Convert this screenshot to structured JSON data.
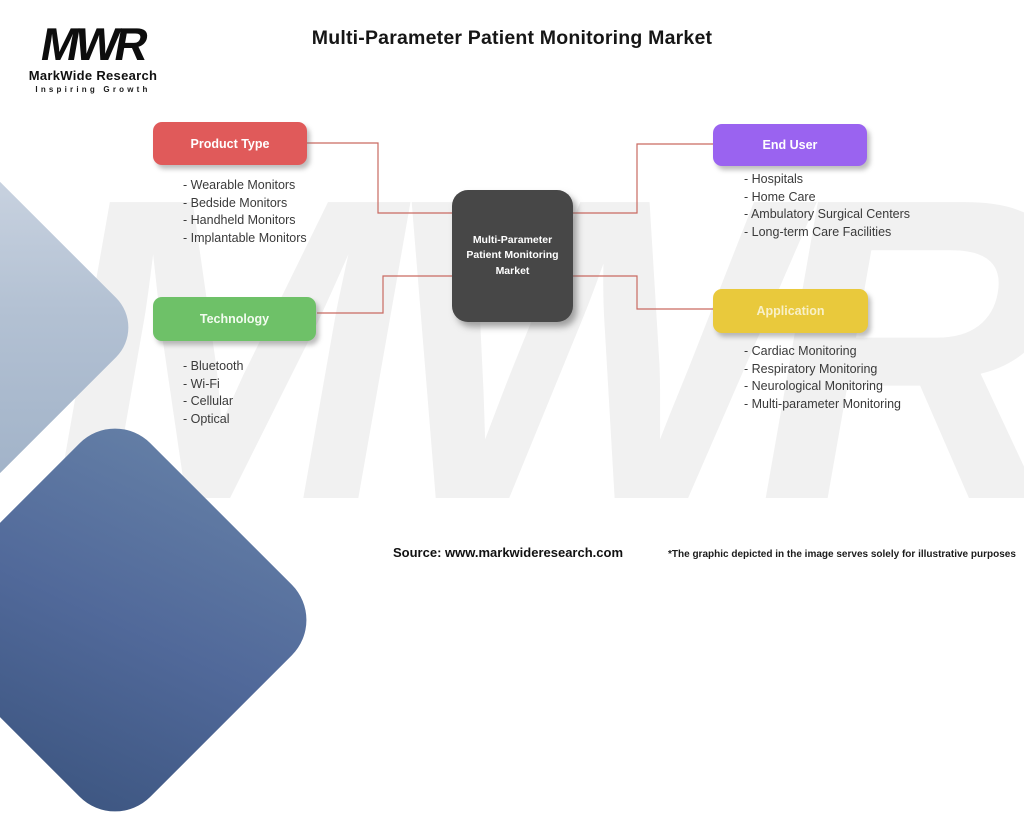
{
  "header": {
    "title": "Multi-Parameter Patient Monitoring Market"
  },
  "logo": {
    "mark": "MWR",
    "name": "MarkWide Research",
    "tagline": "Inspiring Growth"
  },
  "center_node": {
    "label": "Multi-Parameter Patient Monitoring Market"
  },
  "nodes": [
    {
      "id": "product-type",
      "label": "Product Type",
      "color": "#e05a5a",
      "items": [
        "- Wearable Monitors",
        "- Bedside Monitors",
        "- Handheld Monitors",
        "- Implantable Monitors"
      ]
    },
    {
      "id": "end-user",
      "label": "End User",
      "color": "#9a63f0",
      "items": [
        "- Hospitals",
        "- Home Care",
        "- Ambulatory Surgical Centers",
        "- Long-term Care Facilities"
      ]
    },
    {
      "id": "technology",
      "label": "Technology",
      "color": "#6ec168",
      "items": [
        "- Bluetooth",
        "- Wi-Fi",
        "- Cellular",
        "- Optical"
      ]
    },
    {
      "id": "application",
      "label": "Application",
      "color": "#e9c93c",
      "items": [
        "- Cardiac Monitoring",
        "- Respiratory Monitoring",
        "- Neurological Monitoring",
        "- Multi-parameter Monitoring"
      ]
    }
  ],
  "footer": {
    "source": "Source: www.markwideresearch.com",
    "disclaimer": "*The graphic depicted in the image serves solely for illustrative purposes"
  },
  "colors": {
    "connector": "#c96a62",
    "center_node_bg": "#474747",
    "watermark": "#f1f1f1"
  }
}
